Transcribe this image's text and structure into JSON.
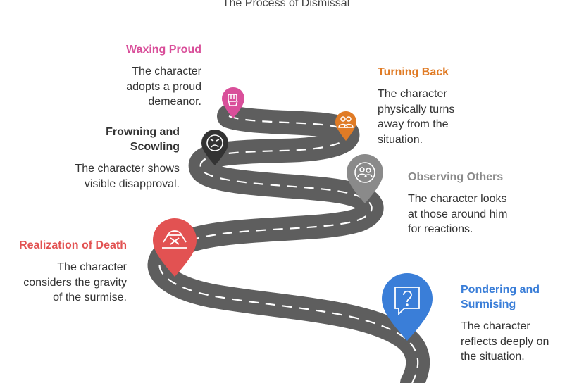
{
  "title": "The Process of Dismissal",
  "colors": {
    "road": "#5e5e5e",
    "dash": "#ffffff",
    "waxing": "#d94f9a",
    "turning": "#e07b25",
    "frowning": "#333333",
    "observing": "#8a8a8a",
    "realization": "#e25252",
    "pondering": "#3a7ed8"
  },
  "steps": [
    {
      "key": "waxing",
      "title": [
        "Waxing Proud"
      ],
      "desc": [
        "The character",
        "adopts a proud",
        "demeanor."
      ],
      "icon": "raised-fist-icon",
      "color": "#d94f9a"
    },
    {
      "key": "turning",
      "title": [
        "Turning Back"
      ],
      "desc": [
        "The character",
        "physically turns",
        "away from the",
        "situation."
      ],
      "icon": "people-icon",
      "color": "#e07b25"
    },
    {
      "key": "frowning",
      "title": [
        "Frowning and",
        "Scowling"
      ],
      "desc": [
        "The character shows",
        "visible disapproval."
      ],
      "icon": "frowning-face-icon",
      "color": "#333333"
    },
    {
      "key": "observing",
      "title": [
        "Observing Others"
      ],
      "desc": [
        "The character looks",
        "at those around him",
        "for reactions."
      ],
      "icon": "group-icon",
      "color": "#8a8a8a"
    },
    {
      "key": "realization",
      "title": [
        "Realization of Death"
      ],
      "desc": [
        "The character",
        "considers the gravity",
        "of the surmise."
      ],
      "icon": "skull-crossbones-icon",
      "color": "#e25252"
    },
    {
      "key": "pondering",
      "title": [
        "Pondering and",
        "Surmising"
      ],
      "desc": [
        "The character",
        "reflects deeply on",
        "the situation."
      ],
      "icon": "question-bubble-icon",
      "color": "#3a7ed8"
    }
  ]
}
